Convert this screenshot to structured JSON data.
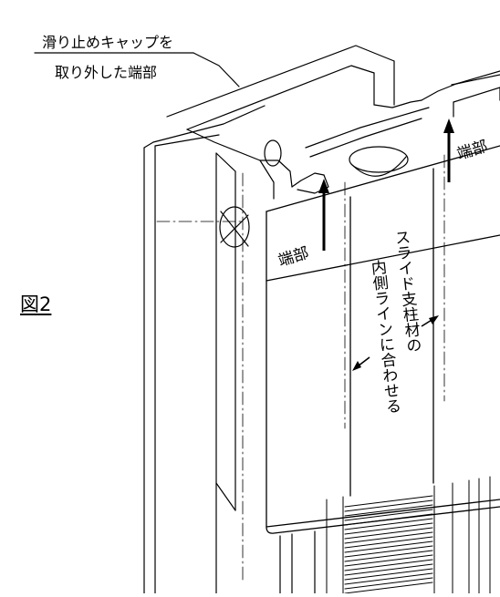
{
  "callout": {
    "line1": "滑り止めキャップを",
    "line2": "取り外した端部"
  },
  "figure_label": "図2",
  "end_label_left": "端部",
  "end_label_right": "端部",
  "instruction_col1": "スライド支柱材の",
  "instruction_col2": "内側ラインに合わせる",
  "colors": {
    "line": "#000000",
    "background": "#ffffff"
  }
}
